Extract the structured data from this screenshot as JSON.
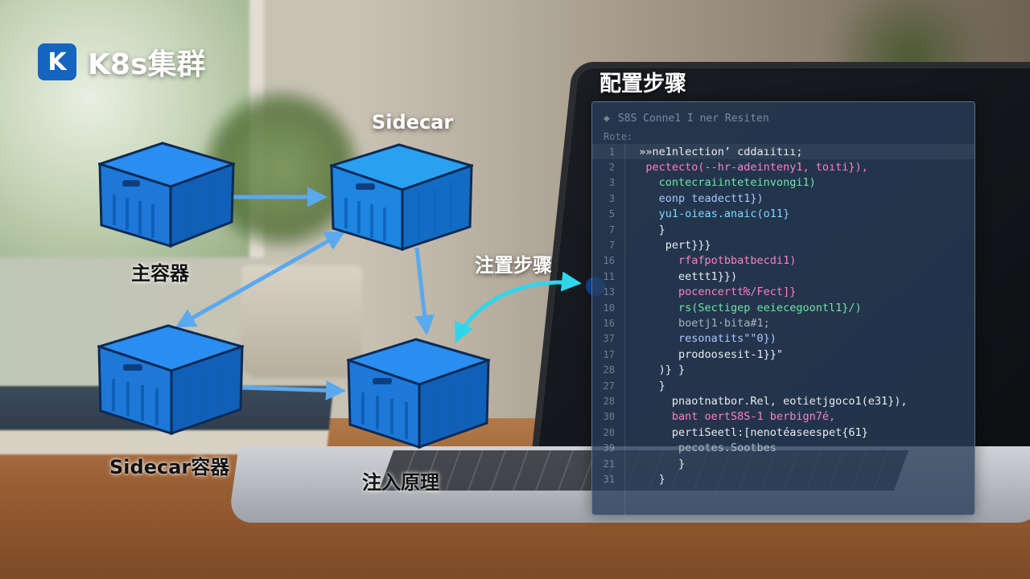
{
  "logo": {
    "letter": "K",
    "title": "K8s集群"
  },
  "labels": {
    "main_container": "主容器",
    "sidecar_top": "Sidecar",
    "sidecar_container": "Sidecar容器",
    "injection_principle": "注入原理",
    "injection_steps": "注置步骤",
    "config_steps": "配置步骤"
  },
  "panel": {
    "header": "S8S  Conne1 I ner Resiten",
    "subheader": "Rote:",
    "lines": [
      {
        "n": "1",
        "text": "  »»ne1nlection’ cddaıitıı;",
        "color": "c-white",
        "hl": true
      },
      {
        "n": "2",
        "text": "   pectecto(--hr-adeinteny1, toıti}),",
        "color": "c-pink"
      },
      {
        "n": "3",
        "text": "     contecraiinteteinvongi1)",
        "color": "c-green"
      },
      {
        "n": "3",
        "text": "     eonp teadectt1})",
        "color": "c-blue"
      },
      {
        "n": "5",
        "text": "     yu1-oieas.anaic(o11}",
        "color": "c-cyan"
      },
      {
        "n": "7",
        "text": "     }",
        "color": "c-white"
      },
      {
        "n": "7",
        "text": "      pert}}}",
        "color": "c-white"
      },
      {
        "n": "16",
        "text": "        rfafpotbbatbecdi1)",
        "color": "c-pink"
      },
      {
        "n": "11",
        "text": "        eettt1}})",
        "color": "c-white"
      },
      {
        "n": "13",
        "text": "        pocencertt₨/Fect]}",
        "color": "c-pink"
      },
      {
        "n": "10",
        "text": "        rs(Sectigep eeiecegoontl1}/)",
        "color": "c-green"
      },
      {
        "n": "16",
        "text": "        boetj1·bita#1;",
        "color": "c-dim"
      },
      {
        "n": "37",
        "text": "        resonatits\"\"0})",
        "color": "c-blue"
      },
      {
        "n": "17",
        "text": "        prodoosesit-1}}\"",
        "color": "c-white"
      },
      {
        "n": "28",
        "text": "     )} }",
        "color": "c-white"
      },
      {
        "n": "27",
        "text": "     }",
        "color": "c-white"
      },
      {
        "n": "28",
        "text": "       pnaotnatbor.Rel, eotietjgoco1(e31}),",
        "color": "c-white"
      },
      {
        "n": "30",
        "text": "       bant oertS8S-1 berbign7é,",
        "color": "c-pink"
      },
      {
        "n": "20",
        "text": "       pertiSeetl:[nenotéaseespet{61}",
        "color": "c-white"
      },
      {
        "n": "39",
        "text": "        pecotes.Sootbes",
        "color": "c-dim"
      },
      {
        "n": "21",
        "text": "        }",
        "color": "c-white"
      },
      {
        "n": "31",
        "text": "     }",
        "color": "c-white"
      }
    ]
  },
  "colors": {
    "box_front": "#1e78d8",
    "box_top": "#2a8ef0",
    "box_side": "#1160b8",
    "arrow": "#5aa9ee",
    "curve_arrow": "#2fd6ea",
    "node": "#0d47a1"
  }
}
